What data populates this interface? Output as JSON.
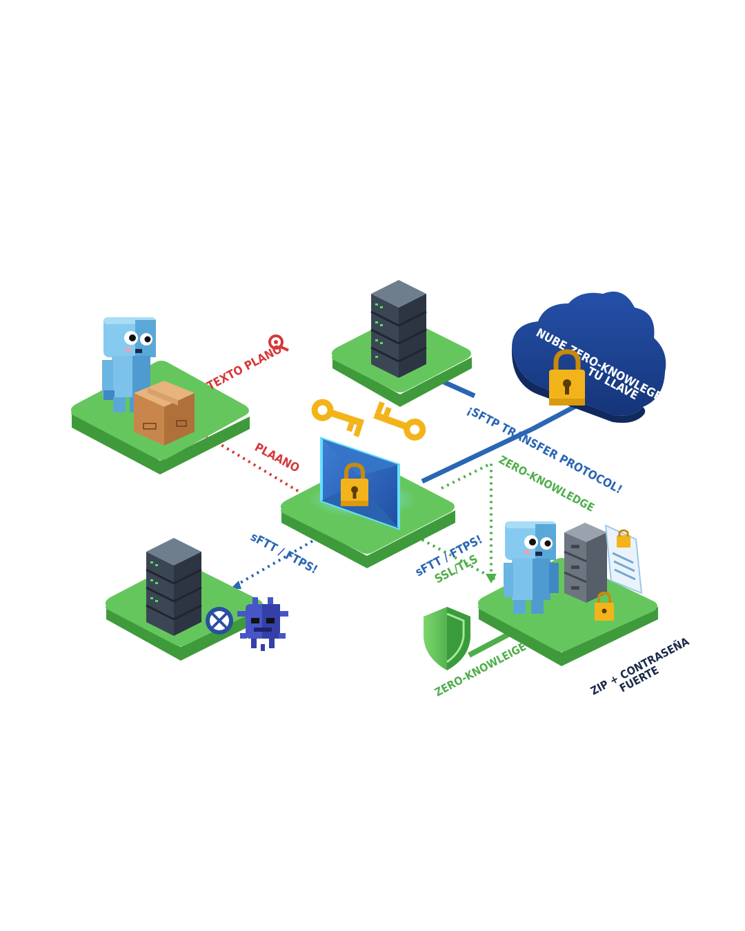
{
  "colors": {
    "red": "#d6383a",
    "blue": "#2a66b3",
    "green": "#4fae4a",
    "navy": "#1b3d86",
    "platform_top": "#66c65e",
    "platform_side": "#3f9a3b",
    "gold": "#f3b41b"
  },
  "labels": {
    "texto_plano": "TEXTO PLANO",
    "plaano": "PLAANO",
    "sftp_protocol": "¡SFTP TRANSFER PROTOCOL!",
    "zero_knowledge_top": "ZERO-KNOWLEDGE",
    "sftt_left": "sFTT / FTPS!",
    "sftt_right": "sFTT / FTPS!",
    "ssl_tls": "SSL/TLS",
    "zero_knowleige": "ZERO-KNOWLEIGE",
    "zip_line1": "ZIP + CONTRASEÑA",
    "zip_line2": "FUERTE",
    "cloud_line1": "NUBE ZERO-KNOWLEGE",
    "cloud_line2": "TU LLAVE"
  },
  "icons": [
    "magnifier-icon",
    "server-icon",
    "cloud-icon",
    "padlock-icon",
    "key-icon",
    "envelope-icon",
    "robot-icon",
    "package-icon",
    "virus-icon",
    "bug-block-icon",
    "shield-icon",
    "filing-cabinet-icon",
    "document-icon"
  ]
}
